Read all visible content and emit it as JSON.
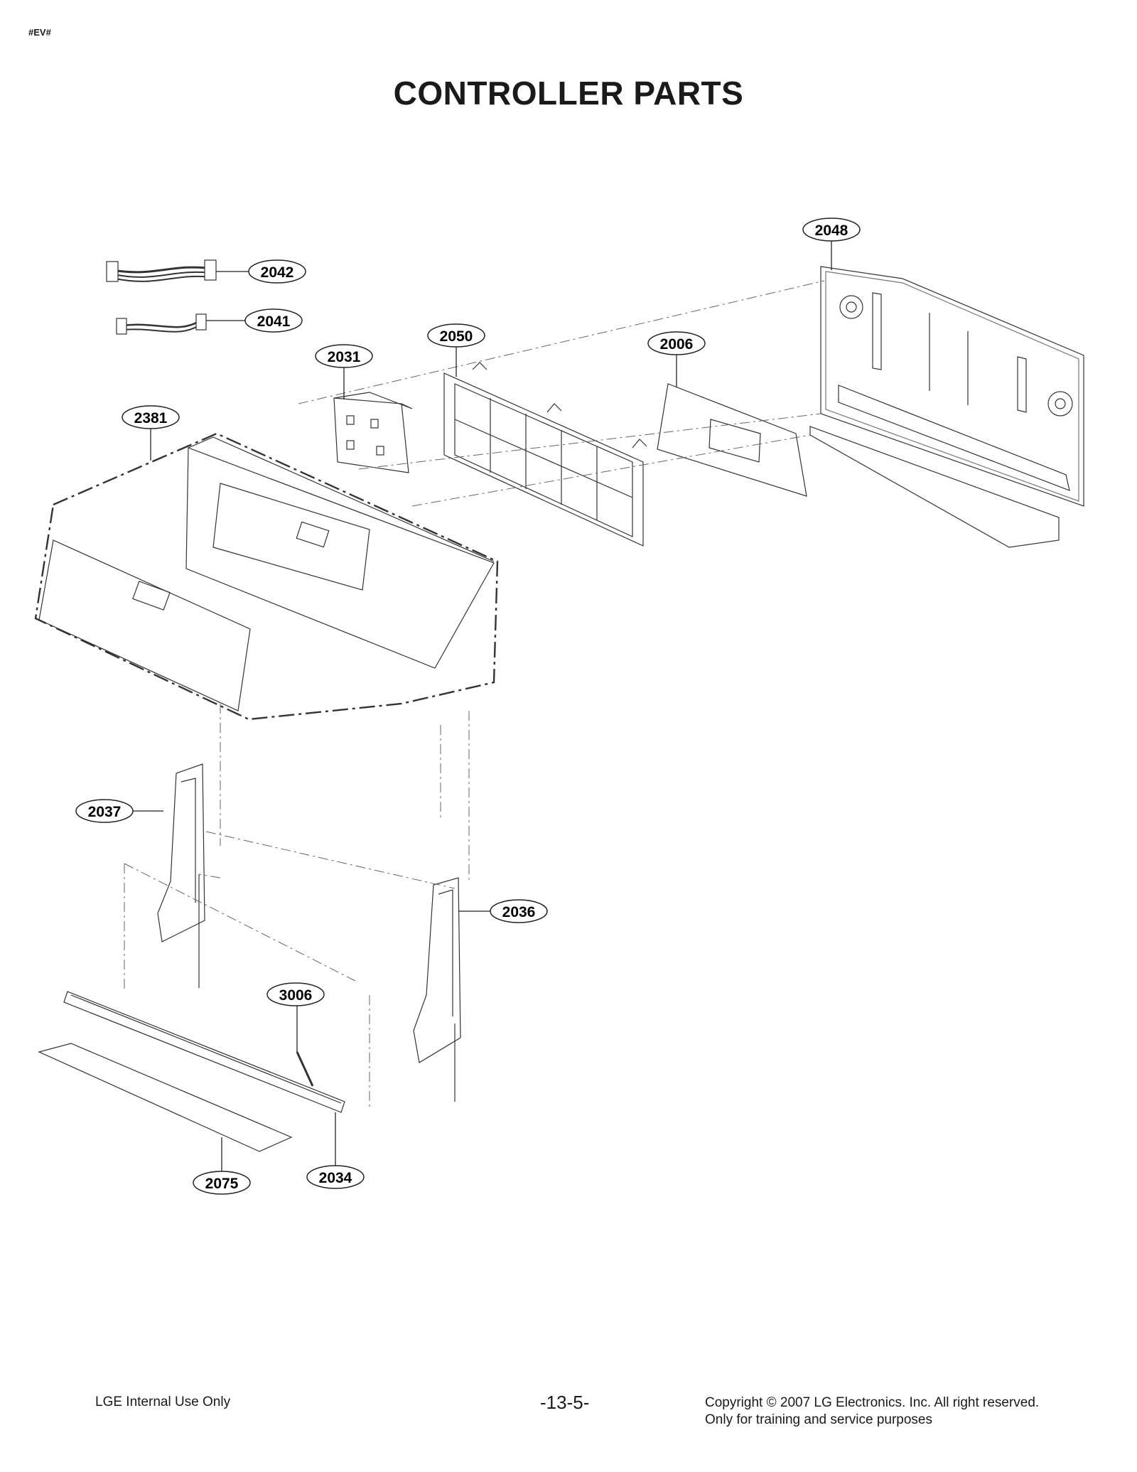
{
  "header": {
    "tag": "#EV#",
    "title": "CONTROLLER PARTS"
  },
  "callouts": [
    {
      "id": "2048"
    },
    {
      "id": "2042"
    },
    {
      "id": "2041"
    },
    {
      "id": "2050"
    },
    {
      "id": "2031"
    },
    {
      "id": "2006"
    },
    {
      "id": "2381"
    },
    {
      "id": "2037"
    },
    {
      "id": "2036"
    },
    {
      "id": "3006"
    },
    {
      "id": "2075"
    },
    {
      "id": "2034"
    }
  ],
  "footer": {
    "left": "LGE Internal Use Only",
    "page": "-13-5-",
    "copyright_line1": "Copyright © 2007 LG Electronics. Inc. All right reserved.",
    "copyright_line2": "Only for training and service purposes"
  }
}
